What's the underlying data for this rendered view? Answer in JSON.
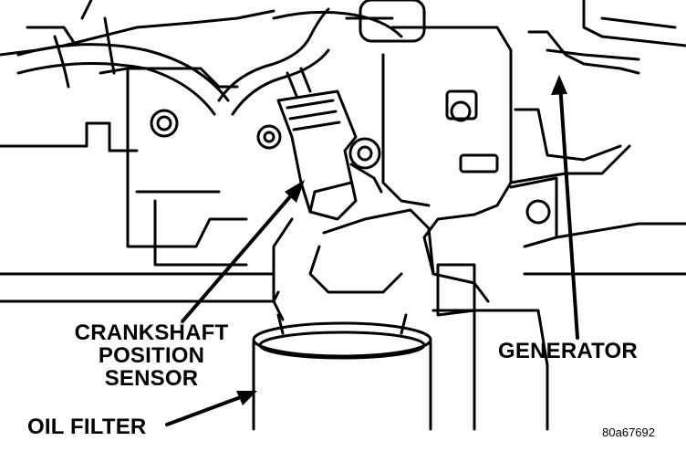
{
  "labels": {
    "crankshaft_line1": "CRANKSHAFT",
    "crankshaft_line2": "POSITION",
    "crankshaft_line3": "SENSOR",
    "generator": "GENERATOR",
    "oil_filter": "OIL FILTER",
    "figure_id": "80a67692"
  },
  "colors": {
    "line": "#000000",
    "background": "#ffffff"
  }
}
